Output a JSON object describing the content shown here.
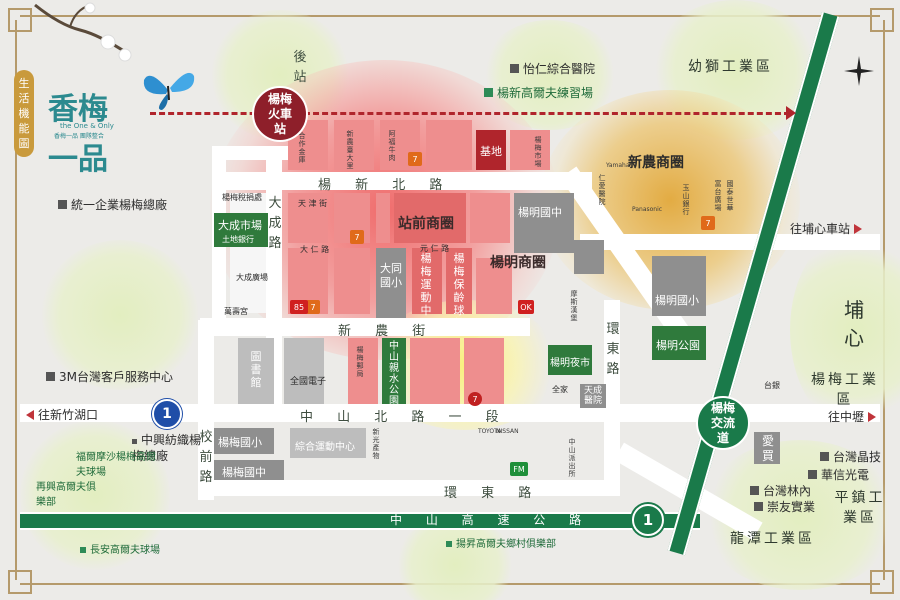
{
  "colors": {
    "rail": "#b0252c",
    "highway": "#1a7a4a",
    "provincial_road": "#1f4ea8",
    "commercial_red": "#e26a6a",
    "park_green": "#2f7a3c",
    "school_gray": "#8f8f8f",
    "frame": "#b59a6b"
  },
  "brand": {
    "title_a": "香梅",
    "title_b": "一品",
    "subtitle": "the One & Only",
    "subtitle2": "香梅一品  團隊整合",
    "side_label": "生活機能圖"
  },
  "compass_icon": "compass-star-icon",
  "stations": {
    "train_station": "楊梅火車站",
    "interchange": "楊梅交流道"
  },
  "roads": {
    "back_station": "後站",
    "yangxin_north": "楊 新 北 路",
    "dacheng_road": "大成路",
    "xinnong_street": "新 農 街",
    "zhongshan_north_1": "中 山 北 路 一 段",
    "huandong_road_h": "環 東 路",
    "huandong_road_v": "環東路",
    "xiaoqian_road": "校前路",
    "freeway": "中 山 高 速 公 路",
    "to_hsinchu": "往新竹湖口",
    "to_puxin_station": "往埔心車站",
    "to_zhongli": "往中壢",
    "route_1": "1",
    "freeway_1": "1"
  },
  "commercial_zones": {
    "station_front": "站前商圈",
    "yangming": "楊明商圈",
    "xinnong": "新農商圈"
  },
  "industrial": {
    "youshi": "幼獅工業區",
    "yangmei": "楊梅工業區",
    "pingzhen": "平鎮工業區",
    "longtan": "龍潭工業區",
    "puxin": "埔心"
  },
  "places": {
    "base": "基地",
    "dacheng_market": "大成市場",
    "land_bank": "土地銀行",
    "datong_elem": "大同國小",
    "yangming_middle": "楊明國中",
    "yangming_elem": "楊明國小",
    "yangming_park": "楊明公園",
    "yangming_night_market": "楊明夜市",
    "zhongshan_park": "中山親水公園",
    "library": "圖書館",
    "yangmei_elem": "楊梅國小",
    "yangmei_middle": "楊梅國中",
    "sports_center": "綜合運動中心",
    "tiancheng_hospital": "天成醫院",
    "yangmei_sports": "楊梅運動中心",
    "yangmei_bowling": "楊梅保齡球館",
    "yiren_golf": "怡仁綜合醫院",
    "yangxin_golf": "楊新高爾夫練習場",
    "uni_president": "統一企業楊梅總廠",
    "threem": "3M台灣客戶服務中心",
    "zhongxing_textile": "中興紡織楊梅總廠",
    "formosa_golf": "福爾摩沙楊梅高爾夫球場",
    "zaixing_golf": "再興高爾夫俱樂部",
    "changan_golf": "長安高爾夫球場",
    "yangsheng_golf": "揚昇高爾夫鄉村俱樂部",
    "aimai": "愛買",
    "tsmc_like": "台灣晶技",
    "huaxin": "華信光電",
    "taiwan_forest": "台灣林內",
    "chongyou": "崇友實業"
  },
  "small_labels": {
    "yangmei_tax": "楊梅稅捐處",
    "hezuo_bank": "合作金庫",
    "xinnong_shop": "新農臺大里",
    "ahui_shop": "阿福牛肉",
    "tianjin_st": "天 津 街",
    "dacheng_sq": "大成廣場",
    "daxin_road": "大 仁 路",
    "yunlin": "元 仁 路",
    "kumon": "全國電子",
    "post": "楊梅郵局",
    "wanshou": "萬壽宮",
    "kindergarten": "新光產物",
    "toyota": "TOYOTA",
    "nissan": "NISSAN",
    "yamaha": "Yamaha",
    "panasonic": "Panasonic",
    "mos": "摩斯漢堡",
    "yushan_bank": "玉山銀行",
    "zhongshan_int": "楊梅市場",
    "renai": "仁愛醫院",
    "familymart_lbl": "全家",
    "jiaxiang": "富台廣場",
    "jiaoyi": "國泰世華",
    "zhongshan_police": "中山派出所",
    "yangmei_hospital": "台銀"
  },
  "store_badges": {
    "seven": "7",
    "ok": "OK",
    "eighty_five": "85",
    "family": "FM"
  }
}
